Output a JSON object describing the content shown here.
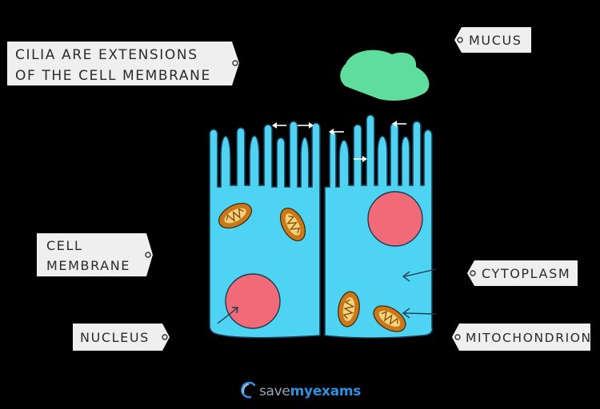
{
  "labels": {
    "cilia": [
      "CILIA ARE EXTENSIONS",
      "OF THE CELL MEMBRANE"
    ],
    "mucus": "MUCUS",
    "cell_membrane": [
      "CELL",
      "MEMBRANE"
    ],
    "cytoplasm": "CYTOPLASM",
    "nucleus": "NUCLEUS",
    "mitochondrion": "MITOCHONDRION"
  },
  "brand": {
    "save": "save",
    "my": "my",
    "exams": "exams"
  },
  "colors": {
    "cell": "#4fd3f2",
    "mucus": "#5fdd9d",
    "nucleus": "#f06a78",
    "mitochondrion_outer": "#c9791a",
    "mitochondrion_inner": "#f6d27a",
    "tag": "#efefef",
    "brand_save": "#9aa6b2",
    "brand_my": "#2f8fe0"
  }
}
